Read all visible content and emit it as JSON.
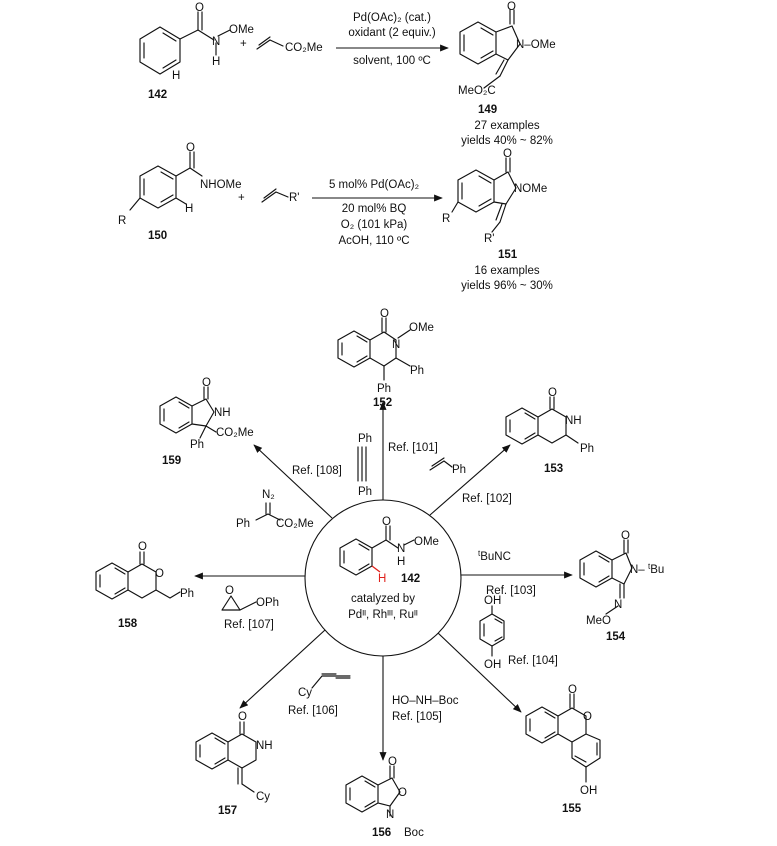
{
  "reaction1": {
    "reactant_label": "142",
    "reactant_atoms": {
      "o": "O",
      "n": "N",
      "ome": "OMe",
      "h1": "H",
      "h2": "H"
    },
    "plus": "+",
    "reagent": "CO₂Me",
    "conditions": [
      "Pd(OAc)₂ (cat.)",
      "oxidant (2 equiv.)",
      "solvent, 100 ºC"
    ],
    "product_label": "149",
    "product_atoms": {
      "o": "O",
      "n_ome": "N–OMe",
      "ester": "MeO₂C"
    },
    "note_examples": "27 examples",
    "note_yields": "yields 40% ~ 82%"
  },
  "reaction2": {
    "reactant_label": "150",
    "reactant_atoms": {
      "o": "O",
      "nhome": "NHOMe",
      "h": "H",
      "r": "R"
    },
    "plus": "+",
    "reagent": "R'",
    "conditions": [
      "5 mol% Pd(OAc)₂",
      "20 mol% BQ",
      "O₂ (101 kPa)",
      "AcOH, 110 ºC"
    ],
    "product_label": "151",
    "product_atoms": {
      "o": "O",
      "nome": "NOMe",
      "r": "R",
      "rp": "R'"
    },
    "note_examples": "16 examples",
    "note_yields": "yields 96% ~ 30%"
  },
  "hub": {
    "compound_label": "142",
    "atoms": {
      "o": "O",
      "n": "N",
      "h_n": "H",
      "ome": "OMe",
      "h_red": "H"
    },
    "catalyzed_by": "catalyzed by",
    "catalysts": "Pdᴵᴵ, Rhᴵᴵᴵ, Ruᴵᴵ",
    "highlight_color": "#e0201a"
  },
  "spokes": [
    {
      "id": "152",
      "ref": "Ref. [101]",
      "reagent": [
        "Ph",
        "Ph"
      ],
      "atoms": {
        "o": "O",
        "n": "N",
        "ome": "OMe",
        "ph1": "Ph",
        "ph2": "Ph"
      }
    },
    {
      "id": "153",
      "ref": "Ref. [102]",
      "reagent": [
        "Ph"
      ],
      "atoms": {
        "o": "O",
        "nh": "NH",
        "ph": "Ph"
      }
    },
    {
      "id": "154",
      "ref": "Ref. [103]",
      "reagent": [
        "BuNC"
      ],
      "reagent_prefix": "t",
      "atoms": {
        "o": "O",
        "n": "N–",
        "bu": "Bu",
        "bu_prefix": "t",
        "n2": "N",
        "meo": "MeO"
      }
    },
    {
      "id": "155",
      "ref": "Ref. [104]",
      "reagent": [
        "OH",
        "OH"
      ],
      "atoms": {
        "o1": "O",
        "o2": "O",
        "oh": "OH"
      }
    },
    {
      "id": "156",
      "ref": "Ref. [105]",
      "reagent": [
        "HO–NH–Boc"
      ],
      "atoms": {
        "o1": "O",
        "o2": "O",
        "n": "N",
        "boc": "Boc"
      }
    },
    {
      "id": "157",
      "ref": "Ref. [106]",
      "reagent": [
        "Cy"
      ],
      "atoms": {
        "o": "O",
        "nh": "NH",
        "cy": "Cy"
      }
    },
    {
      "id": "158",
      "ref": "Ref. [107]",
      "reagent": [
        "O",
        "OPh"
      ],
      "atoms": {
        "o1": "O",
        "o2": "O",
        "ph": "Ph"
      }
    },
    {
      "id": "159",
      "ref": "Ref. [108]",
      "reagent": [
        "N₂",
        "Ph",
        "CO₂Me"
      ],
      "atoms": {
        "o": "O",
        "nh": "NH",
        "ph": "Ph",
        "ester": "CO₂Me"
      }
    }
  ]
}
